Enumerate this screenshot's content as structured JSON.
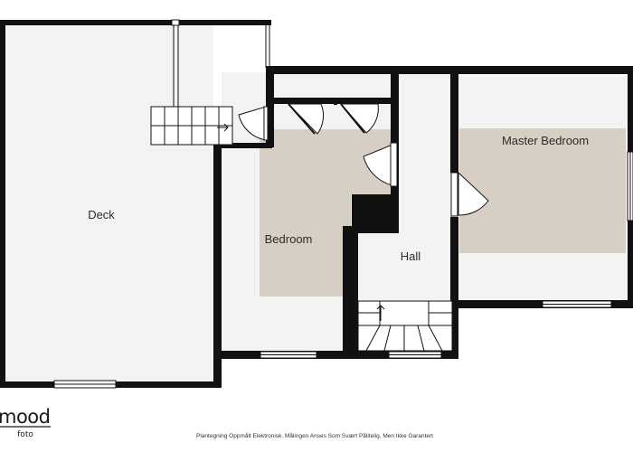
{
  "rooms": {
    "deck": "Deck",
    "bedroom": "Bedroom",
    "hall": "Hall",
    "master_bedroom": "Master Bedroom"
  },
  "logo": {
    "main": "mood",
    "sub": "foto"
  },
  "disclaimer": "Plantegning Oppmålt Elektronisk. Målingen Anses Som Svært Pålitelig, Men Ikke Garantert",
  "colors": {
    "wall": "#111111",
    "floor": "#f3f3f3",
    "carpet": "#d8cfc4",
    "window": "#ffffff"
  }
}
